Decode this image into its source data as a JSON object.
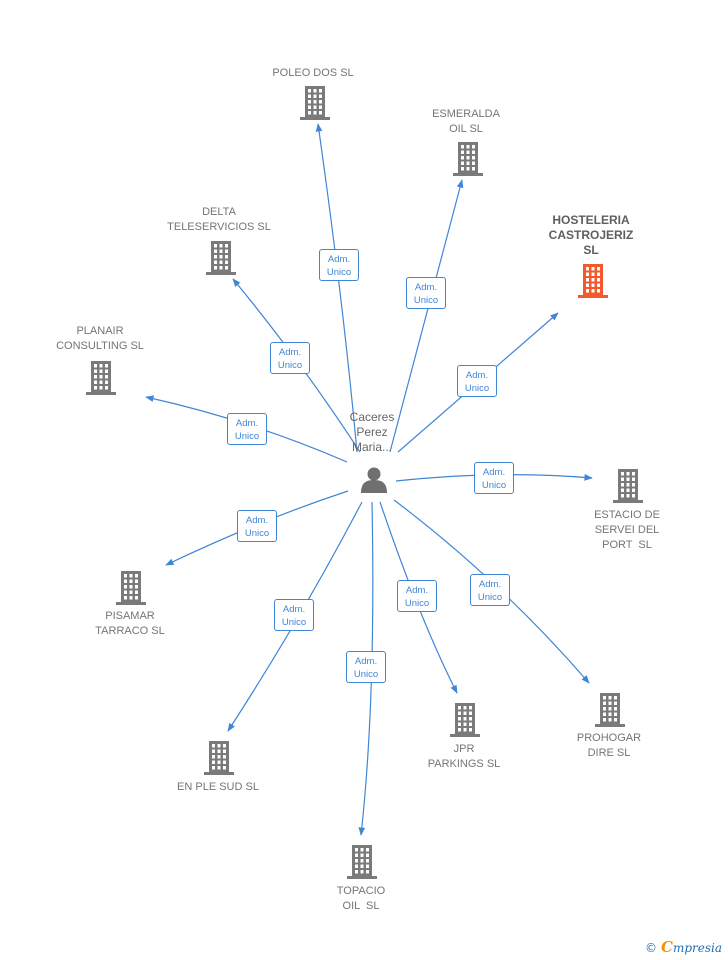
{
  "center": {
    "label": "Caceres\nPerez\nMaria...",
    "icon": "person-icon"
  },
  "colors": {
    "edge": "#3f86d6",
    "node": "#7a7a7a",
    "highlight": "#f25a2b"
  },
  "nodes": [
    {
      "id": "poleo",
      "label": "POLEO DOS SL",
      "highlight": false
    },
    {
      "id": "esmeralda",
      "label": "ESMERALDA\nOIL SL",
      "highlight": false
    },
    {
      "id": "hosteleria",
      "label": "HOSTELERIA\nCASTROJERIZ\nSL",
      "highlight": true
    },
    {
      "id": "delta",
      "label": "DELTA\nTELESERVICIOS SL",
      "highlight": false
    },
    {
      "id": "planair",
      "label": "PLANAIR\nCONSULTING SL",
      "highlight": false
    },
    {
      "id": "estacio",
      "label": "ESTACIO DE\nSERVEI DEL\nPORT  SL",
      "highlight": false
    },
    {
      "id": "pisamar",
      "label": "PISAMAR\nTARRACO SL",
      "highlight": false
    },
    {
      "id": "prohogar",
      "label": "PROHOGAR\nDIRE SL",
      "highlight": false
    },
    {
      "id": "jpr",
      "label": "JPR\nPARKINGS SL",
      "highlight": false
    },
    {
      "id": "enple",
      "label": "EN PLE SUD SL",
      "highlight": false
    },
    {
      "id": "topacio",
      "label": "TOPACIO\nOIL  SL",
      "highlight": false
    }
  ],
  "edge_label": "Adm.\nUnico",
  "footer": {
    "copyright": "©",
    "brand_initial": "C",
    "brand_rest": "mpresia"
  }
}
